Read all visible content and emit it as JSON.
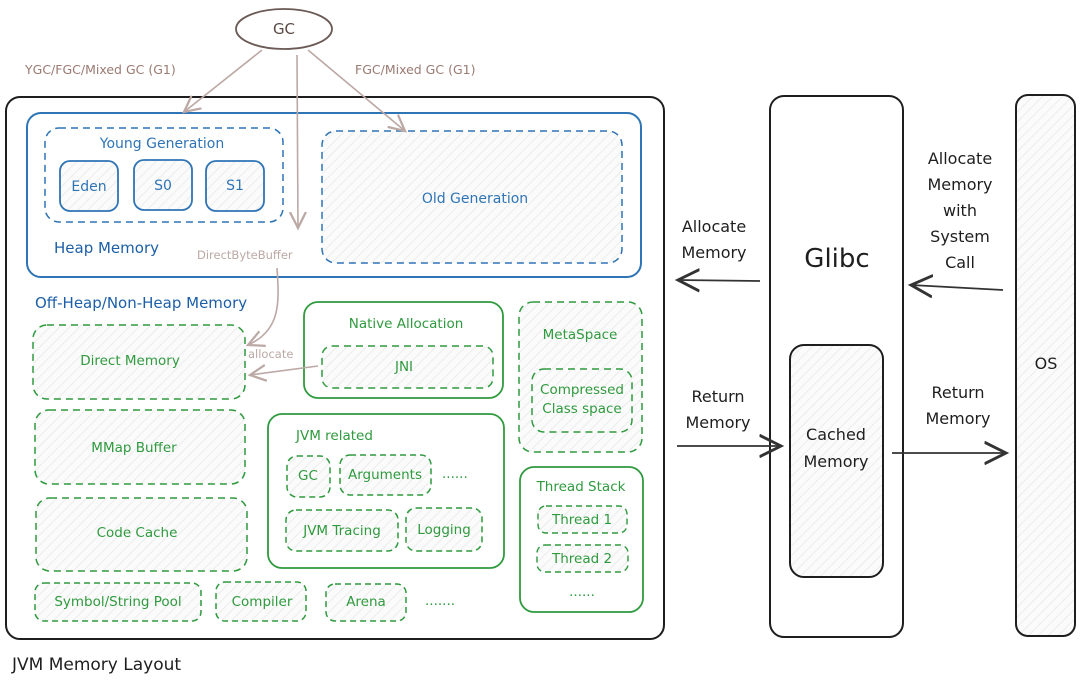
{
  "title": "JVM Memory Layout",
  "colors": {
    "heap_blue": "#2f74b5",
    "heap_dark_blue": "#1c5fa8",
    "offheap_green": "#2f9a3e",
    "outline_black": "#1e1e1e",
    "arrow_brown": "#bca8a4",
    "hatch_gray": "#e8e8e8"
  },
  "gc": {
    "label": "GC",
    "edge_left_label": "YGC/FGC/Mixed GC (G1)",
    "edge_right_label": "FGC/Mixed GC (G1)",
    "direct_byte_buffer_label": "DirectByteBuffer",
    "allocate_label": "allocate"
  },
  "heap": {
    "label": "Heap Memory",
    "young": {
      "label": "Young Generation",
      "spaces": [
        "Eden",
        "S0",
        "S1"
      ]
    },
    "old": {
      "label": "Old Generation"
    }
  },
  "off_heap": {
    "label": "Off-Heap/Non-Heap Memory",
    "direct_memory": "Direct Memory",
    "mmap_buffer": "MMap Buffer",
    "code_cache": "Code Cache",
    "native_allocation": {
      "label": "Native Allocation",
      "items": [
        "JNI"
      ]
    },
    "metaspace": {
      "label": "MetaSpace",
      "compressed": [
        "Compressed",
        "Class space"
      ]
    },
    "jvm_related": {
      "label": "JVM related",
      "row1": [
        "GC",
        "Arguments"
      ],
      "row1_more": "......",
      "row2": [
        "JVM Tracing",
        "Logging"
      ]
    },
    "thread_stack": {
      "label": "Thread Stack",
      "items": [
        "Thread 1",
        "Thread 2"
      ],
      "more": "......"
    },
    "bottom_row": [
      "Symbol/String Pool",
      "Compiler",
      "Arena"
    ],
    "bottom_more": "......."
  },
  "glibc": {
    "label": "Glibc",
    "cached": [
      "Cached",
      "Memory"
    ]
  },
  "os": {
    "label": "OS"
  },
  "arrows": {
    "glibc_to_jvm": [
      "Allocate",
      "Memory"
    ],
    "jvm_to_glibc": [
      "Return",
      "Memory"
    ],
    "os_to_glibc": [
      "Allocate",
      "Memory",
      "with",
      "System",
      "Call"
    ],
    "glibc_to_os": [
      "Return",
      "Memory"
    ]
  }
}
